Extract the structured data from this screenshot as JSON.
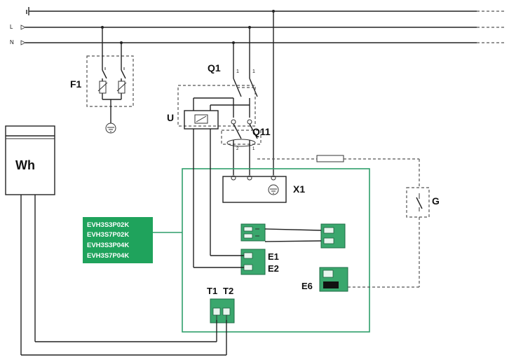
{
  "bus_labels": {
    "earth": "",
    "line": "L",
    "neutral": "N"
  },
  "components": {
    "f1": "F1",
    "q1": "Q1",
    "u": "U",
    "q11": "Q11",
    "x1": "X1",
    "g": "G",
    "wh": "Wh",
    "e1": "E1",
    "e2": "E2",
    "e6": "E6",
    "t1": "T1",
    "t2": "T2"
  },
  "product_codes": [
    "EVH3S3P02K",
    "EVH3S7P02K",
    "EVH3S3P04K",
    "EVH3S7P04K"
  ],
  "colors": {
    "charger_box": "#2f9e6a",
    "code_badge": "#1fa35c"
  }
}
